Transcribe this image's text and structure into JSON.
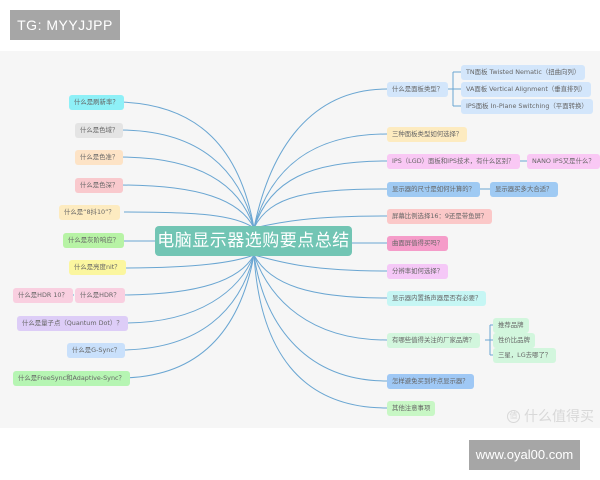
{
  "tg_badge": "TG: MYYJJPP",
  "url_badge": "www.oyal00.com",
  "watermark": {
    "icon": "值",
    "text": "什么值得买"
  },
  "mindmap": {
    "root": "电脑显示器选购要点总结",
    "left_nodes": [
      {
        "label": "什么是刷新率？",
        "color": "#8ef0f7"
      },
      {
        "label": "什么是色域？",
        "color": "#e4e4e4"
      },
      {
        "label": "什么是色准？",
        "color": "#fde3c6"
      },
      {
        "label": "什么是色深？",
        "color": "#f9c9cd"
      },
      {
        "label": "什么是“8抖10”？",
        "color": "#fdebc0"
      },
      {
        "label": "什么是灰阶响应？",
        "color": "#b7f3a5"
      },
      {
        "label": "什么是亮度nit？",
        "color": "#fbf69f"
      },
      {
        "label": "什么是HDR？",
        "color": "#f9cfe0",
        "child": {
          "label": "什么是HDR 10？",
          "color": "#f9cfe0"
        }
      },
      {
        "label": "什么是量子点（Quantum Dot）？",
        "color": "#ddcdf7"
      },
      {
        "label": "什么是G-Sync？",
        "color": "#c9e0fb"
      },
      {
        "label": "什么是FreeSync和Adaptive-Sync？",
        "color": "#b6f5b3"
      }
    ],
    "right_nodes": [
      {
        "label": "什么是面板类型？",
        "color": "#d3e6fb",
        "children": [
          {
            "label": "TN面板 Twisted Nematic（扭曲向列）",
            "color": "#d3e6fb"
          },
          {
            "label": "VA面板 Vertical Alignment（垂直排列）",
            "color": "#d3e6fb"
          },
          {
            "label": "IPS面板 In-Plane Switching（平面转换）",
            "color": "#d3e6fb"
          }
        ]
      },
      {
        "label": "三种面板类型如何选择？",
        "color": "#fdebc0"
      },
      {
        "label": "IPS（LGD）面板和IPS技术，有什么区别？",
        "color": "#f9c8f4",
        "children": [
          {
            "label": "NANO IPS又是什么？",
            "color": "#f9c8f4"
          }
        ]
      },
      {
        "label": "显示器的尺寸是如何计算的？",
        "color": "#9fcaf3",
        "children": [
          {
            "label": "显示器买多大合适？",
            "color": "#9fcaf3"
          }
        ]
      },
      {
        "label": "屏幕比例选择16：9还是带鱼屏？",
        "color": "#fbc8c8"
      },
      {
        "label": "曲面屏值得买吗？",
        "color": "#f59cc9"
      },
      {
        "label": "分辨率如何选择？",
        "color": "#f5c8f7"
      },
      {
        "label": "显示器内置扬声器是否有必要？",
        "color": "#c6f6f4"
      },
      {
        "label": "有哪些值得关注的厂家品牌？",
        "color": "#d2f6dd",
        "children": [
          {
            "label": "推荐品牌",
            "color": "#d2f6dd"
          },
          {
            "label": "性价比品牌",
            "color": "#d2f6dd"
          },
          {
            "label": "三星，LG去哪了？",
            "color": "#d2f6dd"
          }
        ]
      },
      {
        "label": "怎样避免买到坏点显示器？",
        "color": "#9fc8f5"
      },
      {
        "label": "其他注意事项",
        "color": "#c8f7c5"
      }
    ],
    "link_color": "#6aa6d2"
  }
}
